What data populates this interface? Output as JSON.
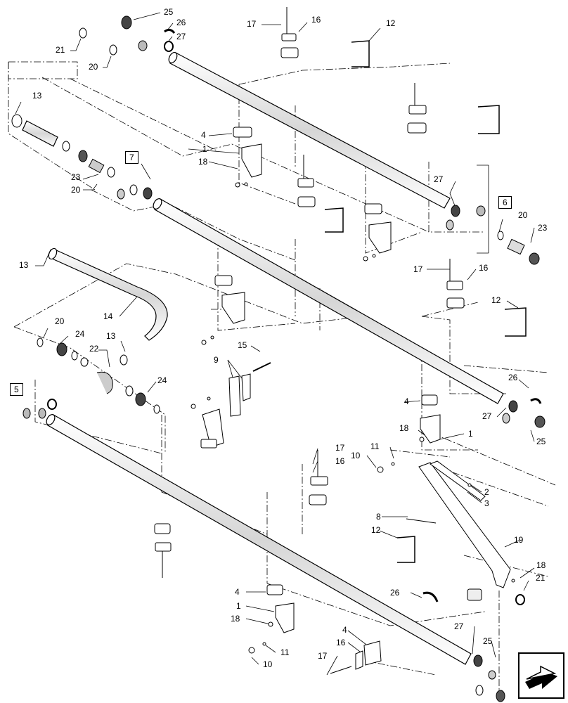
{
  "diagram": {
    "labels": [
      {
        "id": "l25a",
        "text": "25"
      },
      {
        "id": "l17a",
        "text": "17"
      },
      {
        "id": "l16a",
        "text": "16"
      },
      {
        "id": "l26a",
        "text": "26"
      },
      {
        "id": "l27a",
        "text": "27"
      },
      {
        "id": "l12a",
        "text": "12"
      },
      {
        "id": "l21a",
        "text": "21"
      },
      {
        "id": "l20a",
        "text": "20"
      },
      {
        "id": "l13a",
        "text": "13"
      },
      {
        "id": "l4a",
        "text": "4"
      },
      {
        "id": "l1a",
        "text": "1"
      },
      {
        "id": "l18a",
        "text": "18"
      },
      {
        "id": "l23a",
        "text": "23"
      },
      {
        "id": "l20b",
        "text": "20"
      },
      {
        "id": "l7",
        "text": "7"
      },
      {
        "id": "l27b",
        "text": "27"
      },
      {
        "id": "l6",
        "text": "6"
      },
      {
        "id": "l20c",
        "text": "20"
      },
      {
        "id": "l23b",
        "text": "23"
      },
      {
        "id": "l13b",
        "text": "13"
      },
      {
        "id": "l17b",
        "text": "17"
      },
      {
        "id": "l16b",
        "text": "16"
      },
      {
        "id": "l12b",
        "text": "12"
      },
      {
        "id": "l14",
        "text": "14"
      },
      {
        "id": "l20d",
        "text": "20"
      },
      {
        "id": "l24a",
        "text": "24"
      },
      {
        "id": "l13c",
        "text": "13"
      },
      {
        "id": "l22",
        "text": "22"
      },
      {
        "id": "l15",
        "text": "15"
      },
      {
        "id": "l9",
        "text": "9"
      },
      {
        "id": "l24b",
        "text": "24"
      },
      {
        "id": "l5",
        "text": "5"
      },
      {
        "id": "l26b",
        "text": "26"
      },
      {
        "id": "l27c",
        "text": "27"
      },
      {
        "id": "l4b",
        "text": "4"
      },
      {
        "id": "l18b",
        "text": "18"
      },
      {
        "id": "l1b",
        "text": "1"
      },
      {
        "id": "l25b",
        "text": "25"
      },
      {
        "id": "l17c",
        "text": "17"
      },
      {
        "id": "l11a",
        "text": "11"
      },
      {
        "id": "l16c",
        "text": "16"
      },
      {
        "id": "l10a",
        "text": "10"
      },
      {
        "id": "l2",
        "text": "2"
      },
      {
        "id": "l3",
        "text": "3"
      },
      {
        "id": "l8",
        "text": "8"
      },
      {
        "id": "l12c",
        "text": "12"
      },
      {
        "id": "l19",
        "text": "19"
      },
      {
        "id": "l18c",
        "text": "18"
      },
      {
        "id": "l21b",
        "text": "21"
      },
      {
        "id": "l4c",
        "text": "4"
      },
      {
        "id": "l26c",
        "text": "26"
      },
      {
        "id": "l1c",
        "text": "1"
      },
      {
        "id": "l18d",
        "text": "18"
      },
      {
        "id": "l27d",
        "text": "27"
      },
      {
        "id": "l4d",
        "text": "4"
      },
      {
        "id": "l16d",
        "text": "16"
      },
      {
        "id": "l25c",
        "text": "25"
      },
      {
        "id": "l11b",
        "text": "11"
      },
      {
        "id": "l10b",
        "text": "10"
      },
      {
        "id": "l17d",
        "text": "17"
      }
    ],
    "nav_icon": "forward-arrow-icon"
  }
}
